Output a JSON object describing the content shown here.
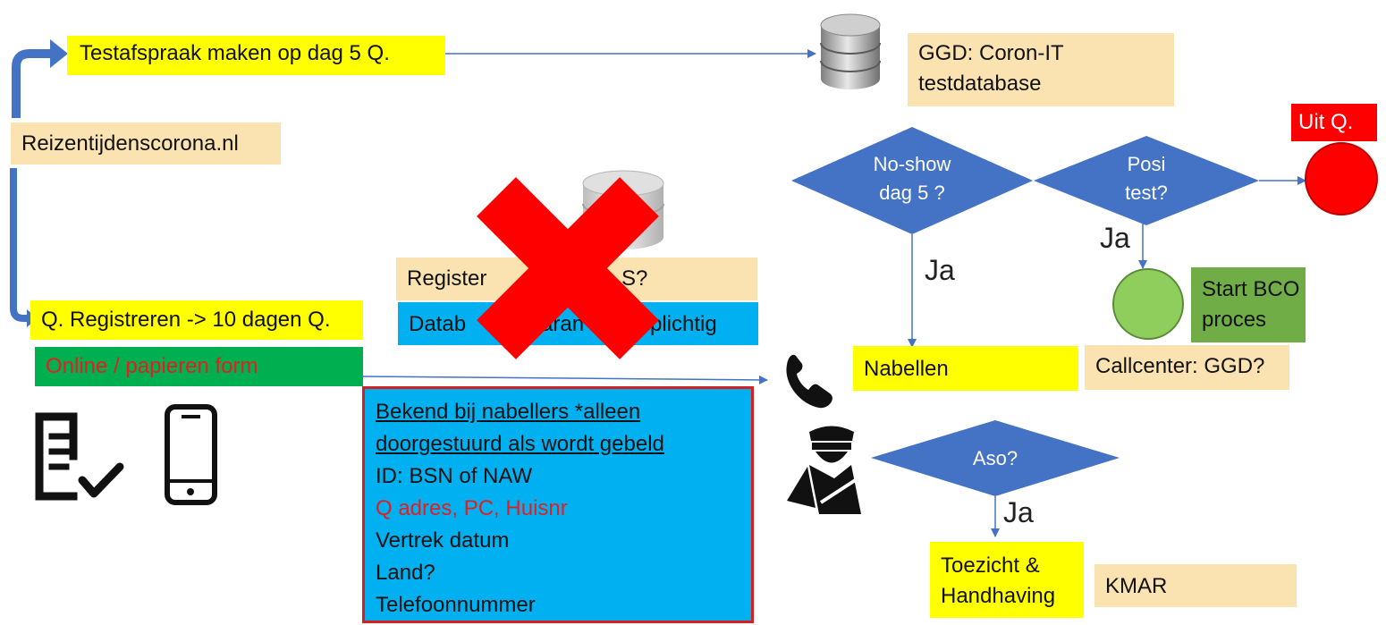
{
  "nodes": {
    "testafspraak": "Testafspraak maken op dag 5 Q.",
    "ggd_db_line1": "GGD: Coron-IT",
    "ggd_db_line2": "testdatabase",
    "reizen": "Reizentijdenscorona.nl",
    "register": "Register",
    "register_tail": "S?",
    "q_registreren": "Q. Registreren -> 10 dagen Q.",
    "database_partial": "Datab",
    "database_mid": "Quaran",
    "database_tail": "plichtig",
    "online_form": "Online / papieren form",
    "noshow_line1": "No-show",
    "noshow_line2": "dag 5 ?",
    "posi_line1": "Posi",
    "posi_line2": "test?",
    "uit_q": "Uit Q.",
    "start_bco_line1": "Start BCO",
    "start_bco_line2": "proces",
    "nabellen": "Nabellen",
    "callcenter": "Callcenter: GGD?",
    "aso": "Aso?",
    "toezicht_line1": "Toezicht &",
    "toezicht_line2": "Handhaving",
    "kmar": "KMAR"
  },
  "ja_labels": [
    "Ja",
    "Ja",
    "Ja"
  ],
  "info_box": {
    "line1": "Bekend bij nabellers *alleen ",
    "line2": "doorgestuurd als wordt gebeld",
    "line3": "ID: BSN of NAW",
    "line4": "Q adres, PC, Huisnr",
    "line5": "Vertrek datum",
    "line6": "Land?",
    "line7": "Telefoonnummer"
  },
  "colors": {
    "yellow": "#ffff00",
    "peach": "#fbe3b1",
    "cyan": "#00b0f0",
    "green": "#00b050",
    "light_green": "#70ad47",
    "red": "#ff0000",
    "diamond_blue": "#4472c4",
    "arrow_blue": "#4472c4"
  },
  "icons": [
    "database-icon",
    "database-icon-faded",
    "red-x-icon",
    "form-checklist-icon",
    "smartphone-icon",
    "phone-icon",
    "police-officer-icon"
  ]
}
